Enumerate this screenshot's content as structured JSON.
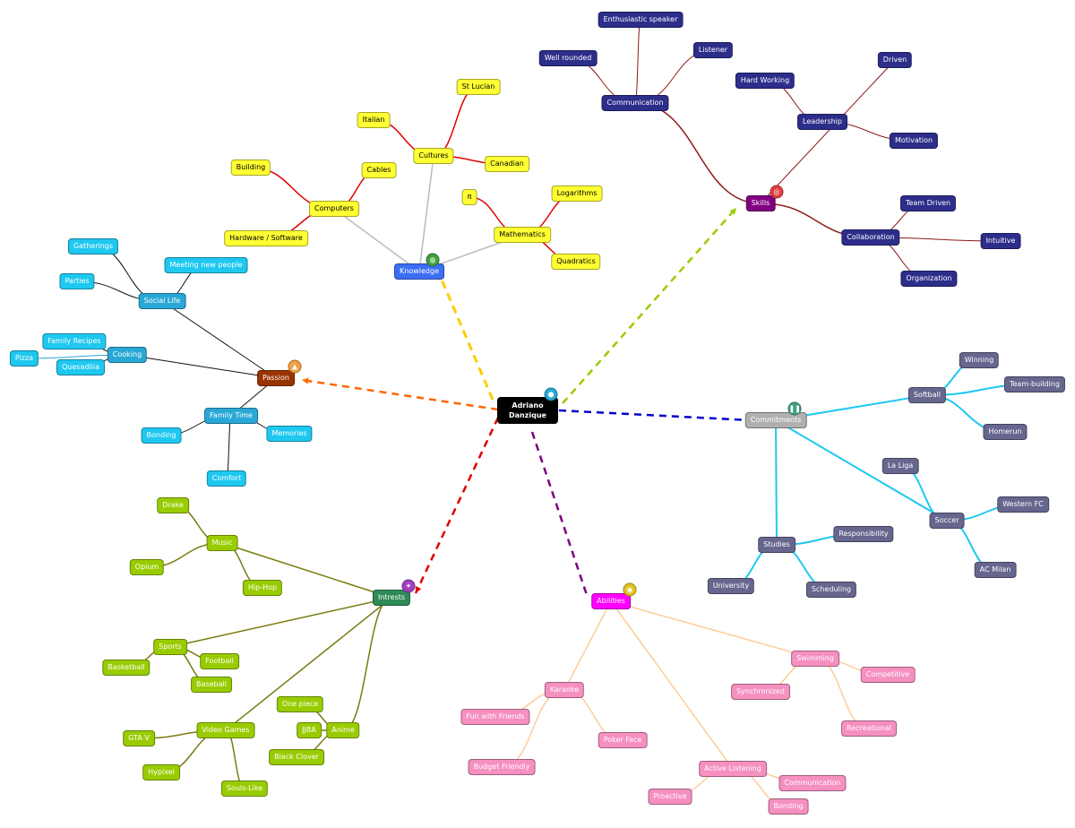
{
  "root": "Adriano Danzique",
  "icons": {
    "root": "person-icon",
    "skills": "target-icon",
    "commitments": "pause-icon",
    "abilities": "lightbulb-icon",
    "intrests": "palette-icon",
    "passion": "flame-icon",
    "knowledge": "globe-icon"
  },
  "colors": {
    "skills_link": "#99cc00",
    "commitments_link": "#0000cc",
    "abilities_link": "#800080",
    "intrests_link": "#e00000",
    "passion_link": "#ff6600",
    "knowledge_link": "#ffcc00"
  },
  "branches": {
    "skills": {
      "label": "Skills",
      "communication": {
        "label": "Communication",
        "children": [
          "Enthusiastic speaker",
          "Well rounded",
          "Listener"
        ]
      },
      "leadership": {
        "label": "Leadership",
        "children": [
          "Hard Working",
          "Driven",
          "Motivation"
        ]
      },
      "collaboration": {
        "label": "Collaboration",
        "children": [
          "Team Driven",
          "Intuitive",
          "Organization"
        ]
      }
    },
    "knowledge": {
      "label": "Knowledge",
      "cultures": {
        "label": "Cultures",
        "children": [
          "Italian",
          "St Lucian",
          "Canadian"
        ]
      },
      "computers": {
        "label": "Computers",
        "children": [
          "Building",
          "Cables",
          "Hardware / Software"
        ]
      },
      "mathematics": {
        "label": "Mathematics",
        "children": [
          "π",
          "Logarithms",
          "Quadratics"
        ]
      }
    },
    "passion": {
      "label": "Passion",
      "social": {
        "label": "Social Life",
        "children": [
          "Gatherings",
          "Meeting new people",
          "Parties"
        ]
      },
      "cooking": {
        "label": "Cooking",
        "children": [
          "Family Recipes",
          "Pizza",
          "Quesadilia"
        ]
      },
      "family": {
        "label": "Family Time",
        "children": [
          "Bonding",
          "Memories",
          "Comfort"
        ]
      }
    },
    "commitments": {
      "label": "Commitments",
      "softball": {
        "label": "Softball",
        "children": [
          "Winning",
          "Team-building",
          "Homerun"
        ]
      },
      "soccer": {
        "label": "Soccer",
        "children": [
          "La Liga",
          "Western FC",
          "AC Milan"
        ]
      },
      "studies": {
        "label": "Studies",
        "children": [
          "Responsibility",
          "University",
          "Scheduling"
        ]
      }
    },
    "intrests": {
      "label": "Intrests",
      "music": {
        "label": "Music",
        "children": [
          "Drake",
          "Opium",
          "Hip-Hop"
        ]
      },
      "sports": {
        "label": "Sports",
        "children": [
          "Football",
          "Basketball",
          "Baseball"
        ]
      },
      "anime": {
        "label": "Anime",
        "children": [
          "One piece",
          "JJBA",
          "Black Clover"
        ]
      },
      "games": {
        "label": "Video Games",
        "children": [
          "GTA V",
          "Hypixel",
          "Souls-Like"
        ]
      }
    },
    "abilities": {
      "label": "Abilities",
      "swimming": {
        "label": "Swimming",
        "children": [
          "Competitive",
          "Synchronized",
          "Recreational"
        ]
      },
      "karaoke": {
        "label": "Karaoke",
        "children": [
          "Fun with Friends",
          "Poker Face",
          "Budget Friendly"
        ]
      },
      "listening": {
        "label": "Active Listening",
        "children": [
          "Communication",
          "Proactive",
          "Bonding"
        ]
      }
    }
  }
}
